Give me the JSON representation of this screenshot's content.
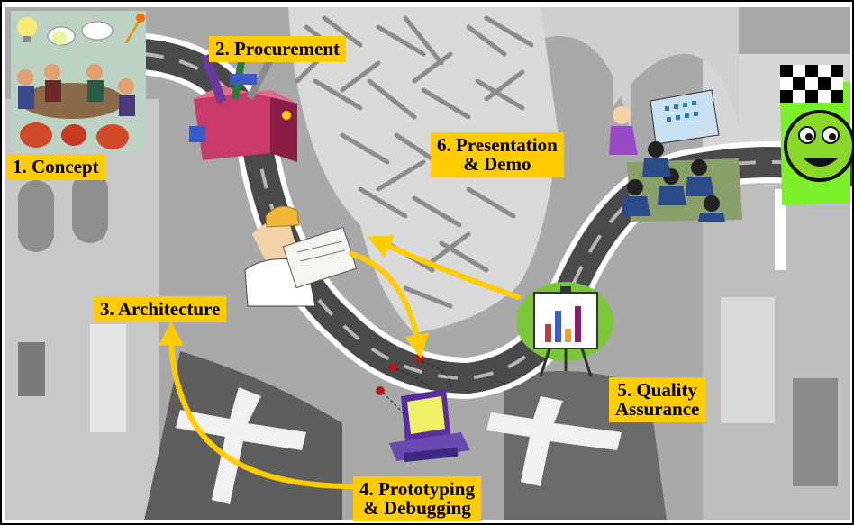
{
  "slide": {
    "accent_color": "#ffcc00",
    "steps": [
      {
        "label": "1. Concept",
        "icon": "meeting-icon"
      },
      {
        "label": "2. Procurement",
        "icon": "toolbox-icon"
      },
      {
        "label": "3. Architecture",
        "icon": "architect-icon"
      },
      {
        "label_line1": "4. Prototyping",
        "label_line2": "& Debugging",
        "icon": "buggy-computer-icon"
      },
      {
        "label_line1": "5. Quality",
        "label_line2": "Assurance",
        "icon": "chart-easel-icon"
      },
      {
        "label_line1": "6. Presentation",
        "label_line2": "& Demo",
        "icon": "audience-presentation-icon"
      }
    ],
    "finish_icon": "checkered-flag-mascot-icon"
  }
}
